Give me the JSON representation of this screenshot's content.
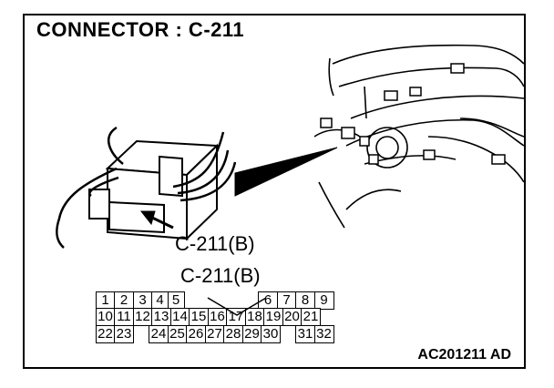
{
  "title": "CONNECTOR : C-211",
  "connector_callout": "C-211(B)",
  "pinout_label": "C-211(B)",
  "figure_code": "AC201211 AD",
  "pin_rows": [
    [
      "1",
      "2",
      "3",
      "4",
      "5",
      "",
      "",
      "",
      "",
      "6",
      "7",
      "8",
      "9"
    ],
    [
      "10",
      "11",
      "12",
      "13",
      "14",
      "15",
      "16",
      "17",
      "18",
      "19",
      "20",
      "21"
    ],
    [
      "22",
      "23",
      "",
      "24",
      "25",
      "26",
      "27",
      "28",
      "29",
      "30",
      "",
      "31",
      "32"
    ]
  ],
  "colors": {
    "line": "#000000",
    "background": "#ffffff"
  }
}
